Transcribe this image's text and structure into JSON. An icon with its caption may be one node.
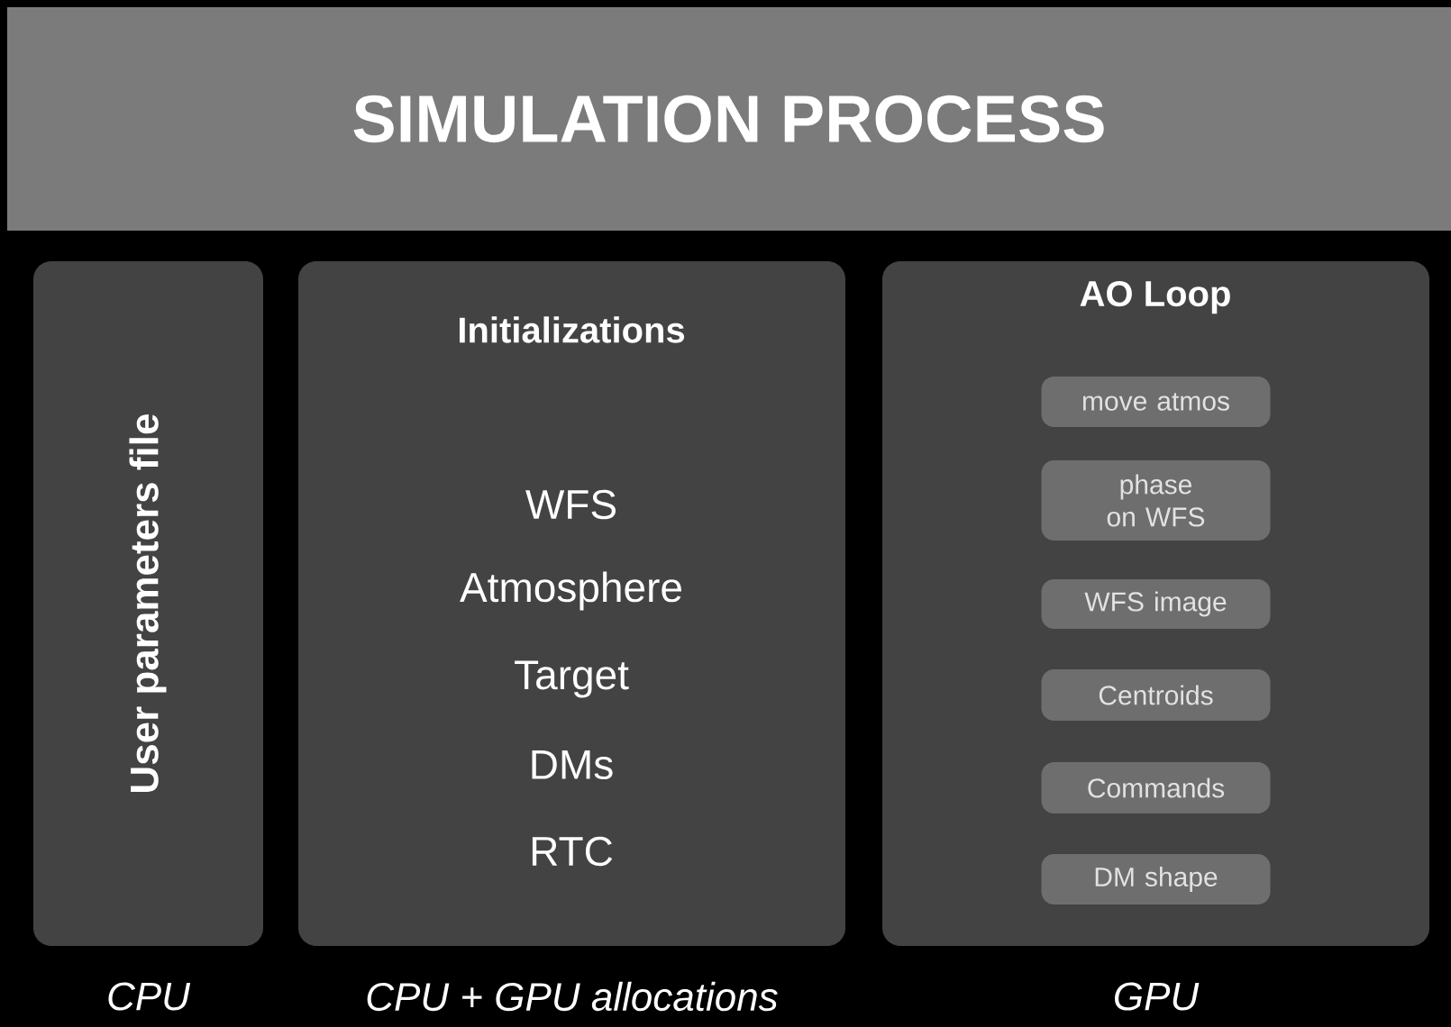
{
  "diagram": {
    "title": "SIMULATION PROCESS",
    "nodes": [
      {
        "text": [
          "User parameters file"
        ],
        "beside": [
          "CPU"
        ]
      },
      {
        "text": [
          "Initializations",
          "WFS",
          "Atmosphere",
          "Target",
          "DMs",
          "RTC"
        ],
        "beside": [
          "CPU + GPU allocations"
        ]
      },
      {
        "text": [
          "AO Loop"
        ],
        "beside": [
          "GPU"
        ]
      },
      {
        "text": [
          "move atmos"
        ],
        "in": 2
      },
      {
        "text": [
          "phase on WFS"
        ],
        "in": 2
      },
      {
        "text": [
          "WFS image"
        ],
        "in": 2
      },
      {
        "text": [
          "Centroids"
        ],
        "in": 2
      },
      {
        "text": [
          "Commands"
        ],
        "in": 2
      },
      {
        "text": [
          "DM shape"
        ],
        "in": 2
      }
    ]
  }
}
